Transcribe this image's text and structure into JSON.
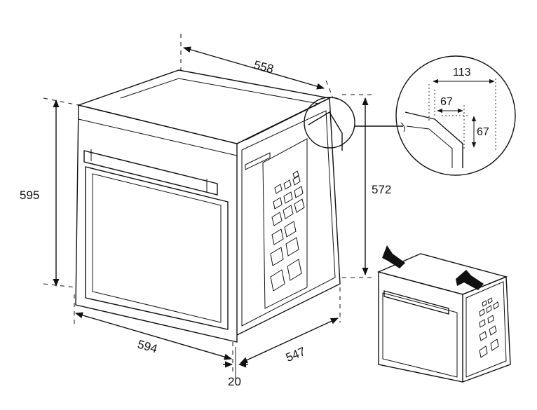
{
  "dimensions": {
    "top_depth": "558",
    "front_height": "595",
    "body_height": "572",
    "front_width": "594",
    "body_depth": "547",
    "front_thickness": "20",
    "detail_outer": "113",
    "detail_inner_width": "67",
    "detail_inner_height": "67"
  },
  "colors": {
    "line": "#111111",
    "background": "#ffffff"
  }
}
